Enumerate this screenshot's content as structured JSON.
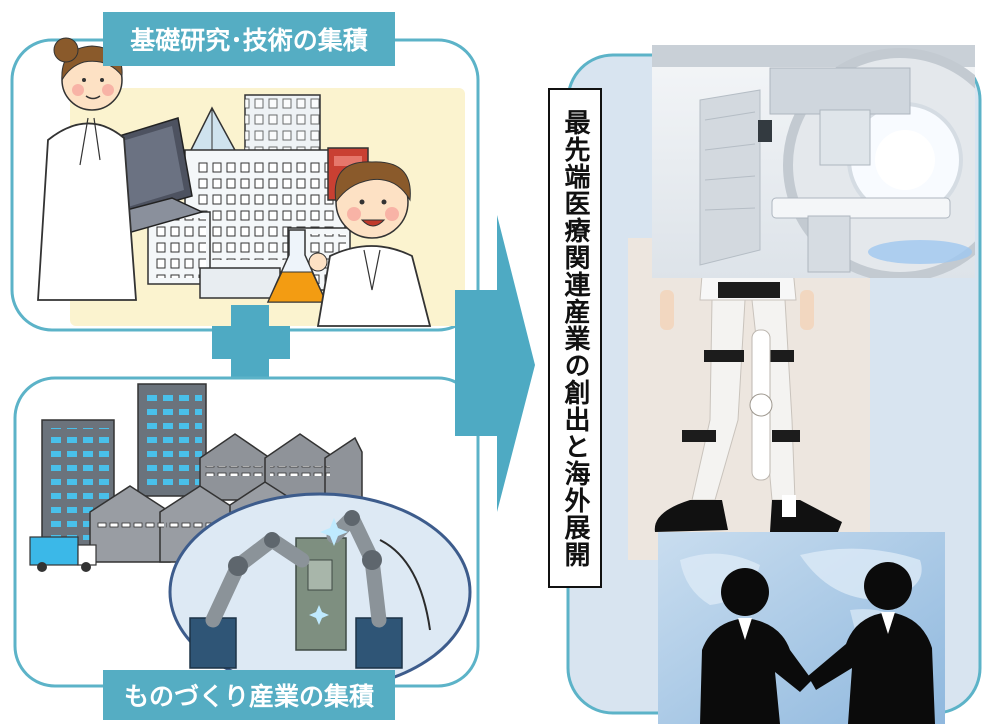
{
  "research_panel": {
    "label": "基礎研究･技術の集積",
    "illustration": "scientists-and-laboratory-illustration"
  },
  "manufacturing_panel": {
    "label": "ものづくり産業の集積",
    "illustration": "factory-and-robot-arms-illustration"
  },
  "outcome_panel": {
    "label": "最先端医療関連産業の創出と海外展開",
    "photos": [
      "particle-therapy-machine-photo",
      "robotic-legs-suit-photo",
      "business-handshake-photo"
    ]
  },
  "icons": {
    "plus": "plus-icon",
    "arrow": "arrow-right-icon"
  },
  "colors": {
    "accent": "#55adc3",
    "panel_border": "#5cb3c8",
    "outcome_fill": "#d8e4f0",
    "robot_cell_border": "#3d5c8c",
    "banner_text": "#ffffff"
  }
}
